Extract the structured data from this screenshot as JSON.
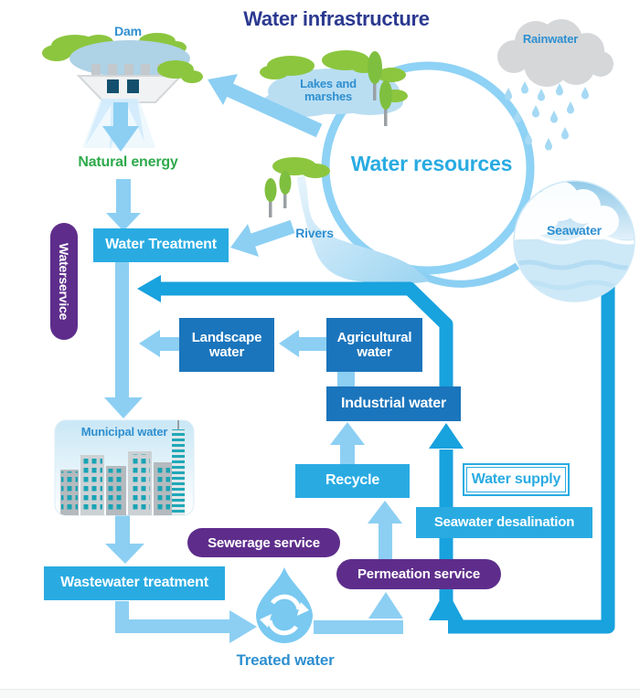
{
  "title": "Water infrastructure",
  "colors": {
    "title_navy": "#2b3990",
    "cyan": "#29abe2",
    "dark_blue": "#1b75bc",
    "purple": "#5e2d8c",
    "green": "#2faa4c",
    "label_blue": "#2e8fd0",
    "ring_blue": "#8ed2f5",
    "arrow_light": "#8ccff3",
    "arrow_cyan": "#18a2de",
    "cloud_gray": "#d5d7d9",
    "tree_green": "#8cc63f"
  },
  "cycle": {
    "dam": "Dam",
    "rainwater": "Rainwater",
    "lakes_marshes": "Lakes and marshes",
    "water_resources": "Water resources",
    "rivers": "Rivers",
    "seawater": "Seawater",
    "natural_energy": "Natural energy"
  },
  "boxes": {
    "water_treatment": "Water Treatment",
    "landscape_water": "Landscape water",
    "agricultural_water": "Agricultural water",
    "industrial_water": "Industrial water",
    "recycle": "Recycle",
    "water_supply": "Water supply",
    "seawater_desalination": "Seawater desalination",
    "wastewater_treatment": "Wastewater treatment",
    "municipal_water": "Municipal water",
    "treated_water": "Treated water"
  },
  "services": {
    "waterservice": "Waterservice",
    "sewerage": "Sewerage service",
    "permeation": "Permeation service"
  }
}
